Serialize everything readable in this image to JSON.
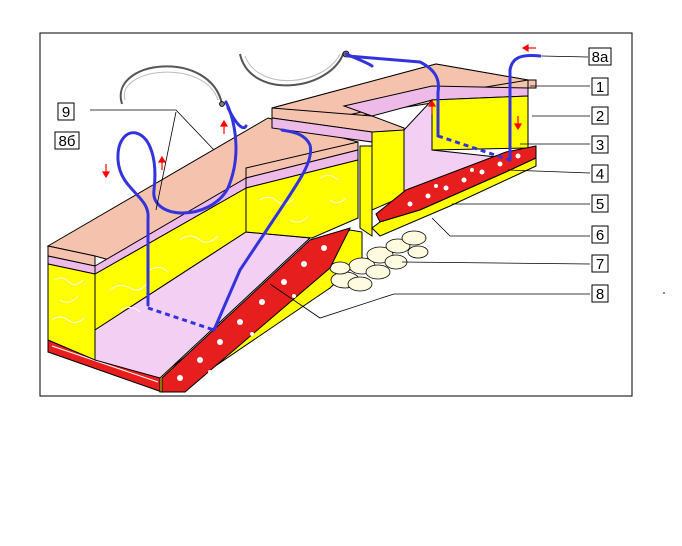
{
  "labels": [
    {
      "id": "1",
      "text": "1"
    },
    {
      "id": "2",
      "text": "2"
    },
    {
      "id": "3",
      "text": "3"
    },
    {
      "id": "4",
      "text": "4"
    },
    {
      "id": "5",
      "text": "5"
    },
    {
      "id": "6",
      "text": "6"
    },
    {
      "id": "7",
      "text": "7"
    },
    {
      "id": "8",
      "text": "8"
    },
    {
      "id": "8a",
      "text": "8а"
    },
    {
      "id": "8b",
      "text": "8б"
    },
    {
      "id": "9",
      "text": "9"
    }
  ],
  "colors": {
    "epidermis": "#f5c3ad",
    "dermis_band": "#eebbe8",
    "fat": "#ffff00",
    "fascia": "#f3d0f3",
    "muscle": "#e61e1e",
    "suture": "#3333dd",
    "arrow": "#ff0000"
  }
}
